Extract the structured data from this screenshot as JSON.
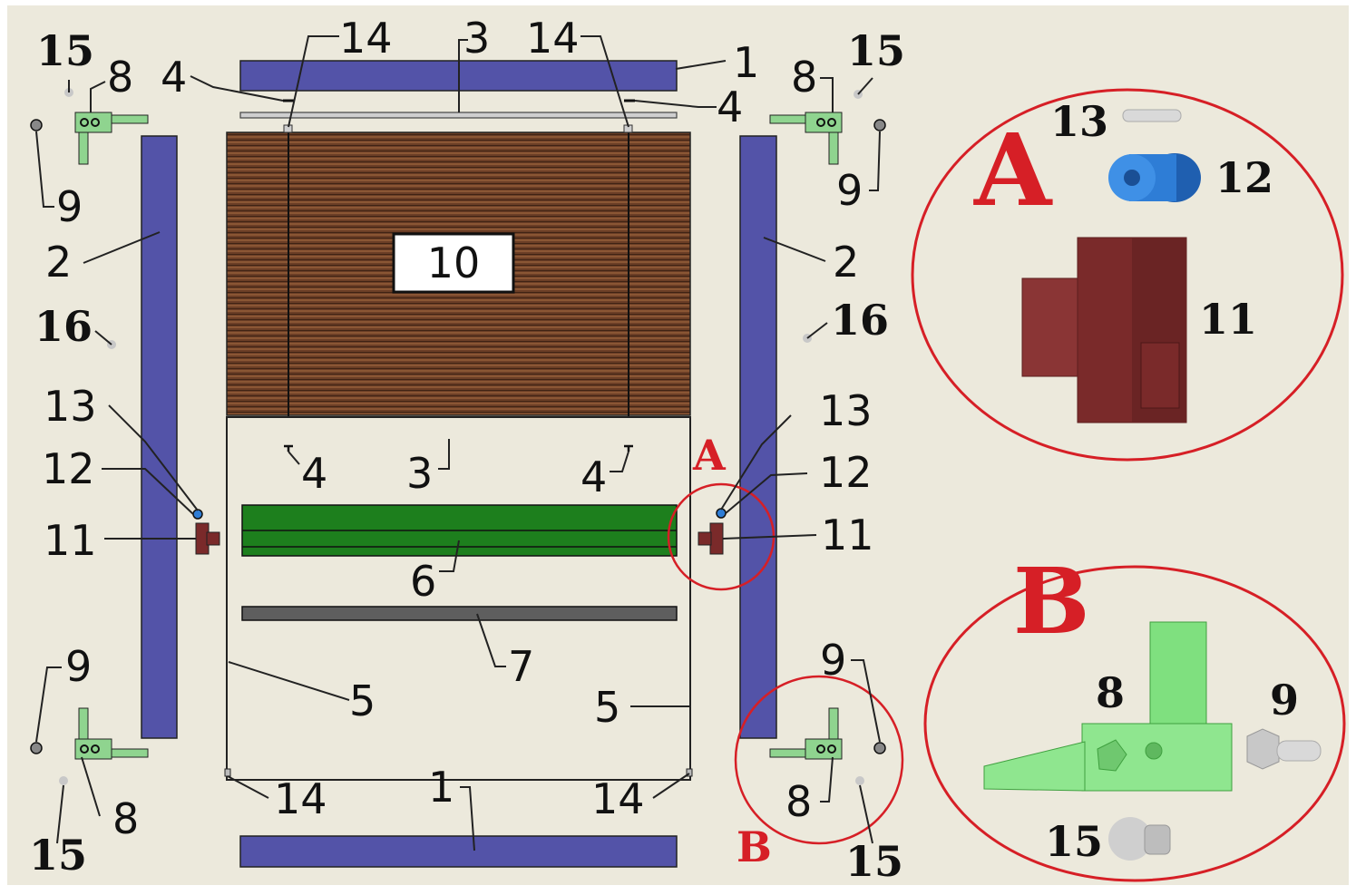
{
  "labels": {
    "p1": "1",
    "p2": "2",
    "p3": "3",
    "p4": "4",
    "p5": "5",
    "p6": "6",
    "p7": "7",
    "p8": "8",
    "p9": "9",
    "p10": "10",
    "p11": "11",
    "p12": "12",
    "p13": "13",
    "p14": "14",
    "p15": "15",
    "p16": "16"
  },
  "callouts": {
    "a": "A",
    "b": "B"
  },
  "colors": {
    "background": "#ece9dc",
    "frame_blue": "#5353a8",
    "bar_green": "#1d7f1d",
    "bracket_green": "#8fd48f",
    "slats_brown": "#6b3e26",
    "handle_brown": "#7a2a2a",
    "bushing_blue": "#2e7dd6",
    "accent_red": "#d61f26"
  }
}
